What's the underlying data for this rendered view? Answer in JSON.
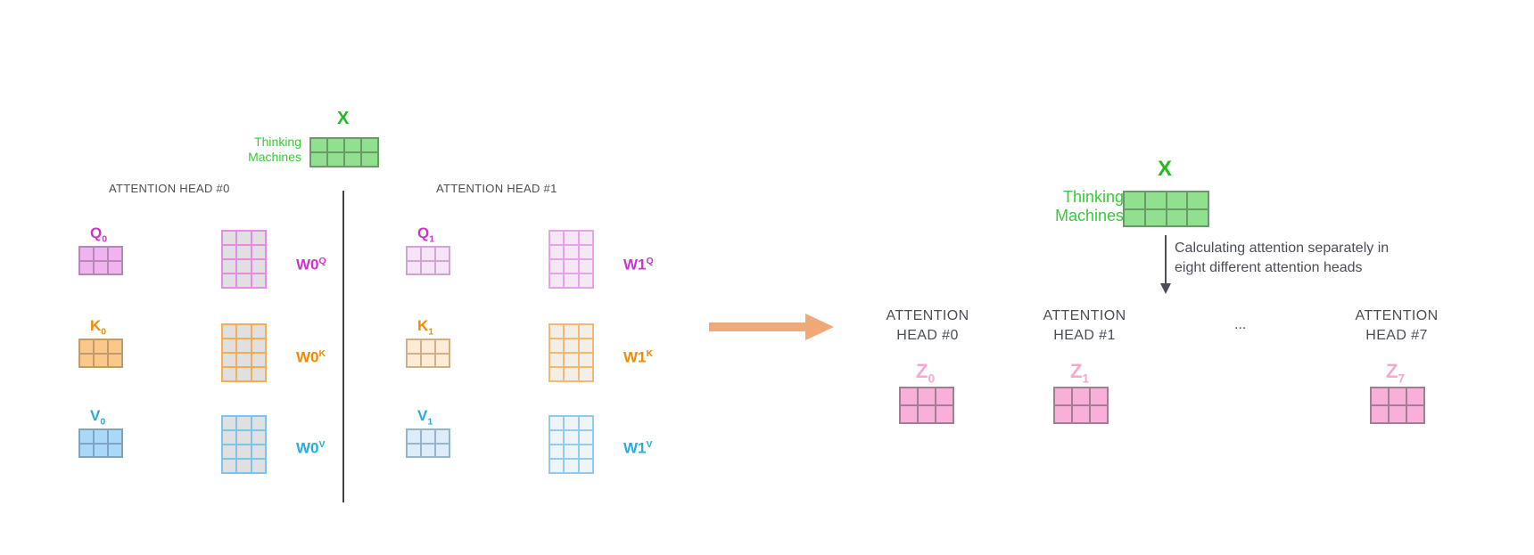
{
  "colors": {
    "green": "#2ecc2e",
    "green_fill": "#90e090",
    "magenta": "#cc33cc",
    "magenta_fill": "#f0b3f0",
    "orange": "#f58a00",
    "orange_fill": "#fcc88a",
    "blue": "#29abe2",
    "blue_fill": "#aad8f7",
    "pink": "#f7a6d2",
    "pink_fill": "#f9b0d8",
    "gray_fill": "#e0e0e0",
    "arrow": "#f0a878",
    "text_dark": "#4a4f57"
  },
  "left": {
    "input": {
      "label": "X",
      "words": [
        "Thinking",
        "Machines"
      ]
    },
    "head0": {
      "title": "ATTENTION HEAD #0",
      "q": {
        "base": "Q",
        "sub": "0"
      },
      "k": {
        "base": "K",
        "sub": "0"
      },
      "v": {
        "base": "V",
        "sub": "0"
      },
      "wq": {
        "base": "W",
        "sub": "0",
        "sup": "Q"
      },
      "wk": {
        "base": "W",
        "sub": "0",
        "sup": "K"
      },
      "wv": {
        "base": "W",
        "sub": "0",
        "sup": "V"
      }
    },
    "head1": {
      "title": "ATTENTION HEAD #1",
      "q": {
        "base": "Q",
        "sub": "1"
      },
      "k": {
        "base": "K",
        "sub": "1"
      },
      "v": {
        "base": "V",
        "sub": "1"
      },
      "wq": {
        "base": "W",
        "sub": "1",
        "sup": "Q"
      },
      "wk": {
        "base": "W",
        "sub": "1",
        "sup": "K"
      },
      "wv": {
        "base": "W",
        "sub": "1",
        "sup": "V"
      }
    }
  },
  "right": {
    "input": {
      "label": "X",
      "words": [
        "Thinking",
        "Machines"
      ]
    },
    "caption_line1": "Calculating attention separately in",
    "caption_line2": "eight different attention heads",
    "heads": [
      {
        "line1": "ATTENTION",
        "line2": "HEAD #0",
        "z_base": "Z",
        "z_sub": "0"
      },
      {
        "line1": "ATTENTION",
        "line2": "HEAD #1",
        "z_base": "Z",
        "z_sub": "1"
      },
      {
        "line1": "ATTENTION",
        "line2": "HEAD #7",
        "z_base": "Z",
        "z_sub": "7"
      }
    ],
    "ellipsis": "..."
  }
}
